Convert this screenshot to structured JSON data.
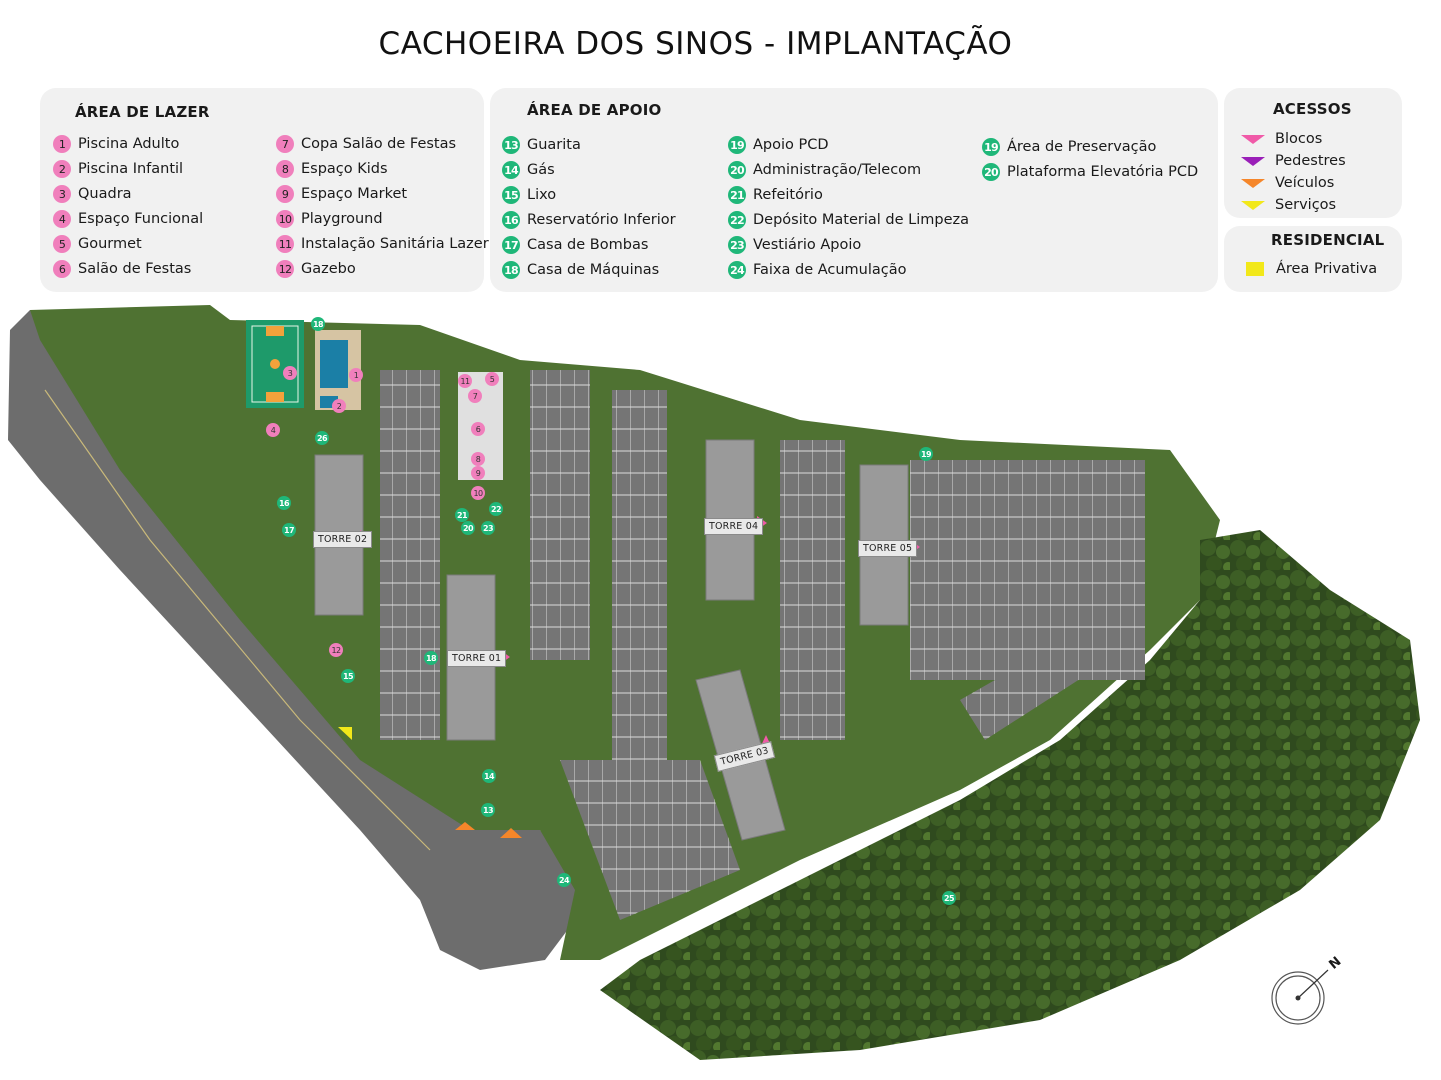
{
  "title": "CACHOEIRA DOS SINOS - IMPLANTAÇÃO",
  "legend": {
    "lazer": {
      "heading": "ÁREA DE LAZER",
      "color": "#f07fbc",
      "items": [
        {
          "n": "1",
          "label": "Piscina Adulto"
        },
        {
          "n": "2",
          "label": "Piscina Infantil"
        },
        {
          "n": "3",
          "label": "Quadra"
        },
        {
          "n": "4",
          "label": "Espaço Funcional"
        },
        {
          "n": "5",
          "label": "Gourmet"
        },
        {
          "n": "6",
          "label": "Salão de Festas"
        },
        {
          "n": "7",
          "label": "Copa Salão de Festas"
        },
        {
          "n": "8",
          "label": "Espaço Kids"
        },
        {
          "n": "9",
          "label": "Espaço Market"
        },
        {
          "n": "10",
          "label": "Playground"
        },
        {
          "n": "11",
          "label": "Instalação Sanitária Lazer"
        },
        {
          "n": "12",
          "label": "Gazebo"
        }
      ]
    },
    "apoio": {
      "heading": "ÁREA DE APOIO",
      "color": "#1fb779",
      "items": [
        {
          "n": "13",
          "label": "Guarita"
        },
        {
          "n": "14",
          "label": "Gás"
        },
        {
          "n": "15",
          "label": "Lixo"
        },
        {
          "n": "16",
          "label": "Reservatório Inferior"
        },
        {
          "n": "17",
          "label": "Casa de Bombas"
        },
        {
          "n": "18",
          "label": "Casa de Máquinas"
        },
        {
          "n": "19",
          "label": "Apoio PCD"
        },
        {
          "n": "20",
          "label": "Administração/Telecom"
        },
        {
          "n": "21",
          "label": "Refeitório"
        },
        {
          "n": "22",
          "label": "Depósito Material de Limpeza"
        },
        {
          "n": "23",
          "label": "Vestiário Apoio"
        },
        {
          "n": "24",
          "label": "Faixa de Acumulação"
        },
        {
          "n": "19",
          "label": "Área de Preservação"
        },
        {
          "n": "20",
          "label": "Plataforma Elevatória PCD"
        }
      ]
    },
    "acessos": {
      "heading": "ACESSOS",
      "items": [
        {
          "label": "Blocos",
          "color": "#f05aa8"
        },
        {
          "label": "Pedestres",
          "color": "#9a1fb8"
        },
        {
          "label": "Veículos",
          "color": "#f5862a"
        },
        {
          "label": "Serviços",
          "color": "#f2e81a"
        }
      ]
    },
    "residencial": {
      "heading": "RESIDENCIAL",
      "items": [
        {
          "label": "Área Privativa",
          "color": "#f2e81a"
        }
      ]
    }
  },
  "map": {
    "towers": [
      {
        "label": "TORRE 01"
      },
      {
        "label": "TORRE 02"
      },
      {
        "label": "TORRE 03"
      },
      {
        "label": "TORRE 04"
      },
      {
        "label": "TORRE 05"
      }
    ],
    "markers": [
      "1",
      "2",
      "3",
      "4",
      "5",
      "6",
      "7",
      "8",
      "9",
      "10",
      "11",
      "12",
      "13",
      "14",
      "15",
      "16",
      "17",
      "18",
      "18",
      "19",
      "20",
      "21",
      "22",
      "23",
      "24",
      "25",
      "26"
    ],
    "compass": "N"
  }
}
